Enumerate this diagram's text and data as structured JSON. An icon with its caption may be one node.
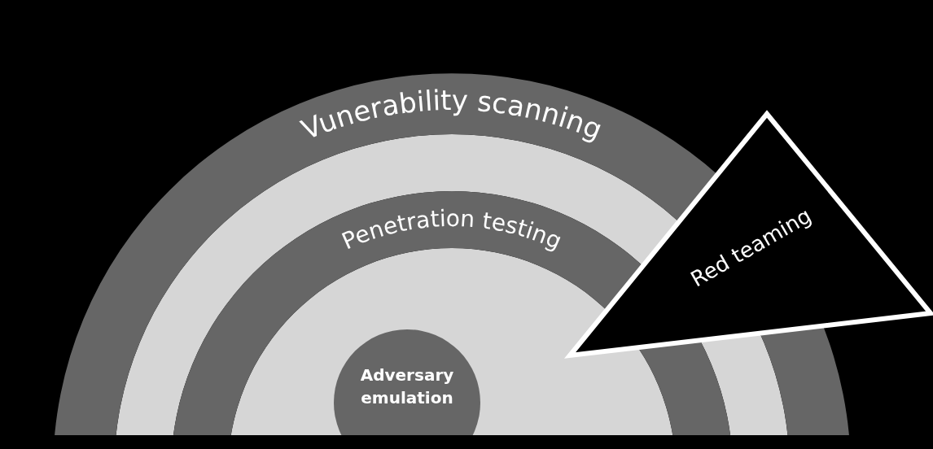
{
  "diagram": {
    "nodes": [
      {
        "text": [
          "Vunerability scanning"
        ]
      },
      {
        "text": [
          "Penetration testing"
        ]
      },
      {
        "text": [
          "Adversary emulation"
        ]
      },
      {
        "text": [
          "Red teaming"
        ]
      }
    ]
  }
}
